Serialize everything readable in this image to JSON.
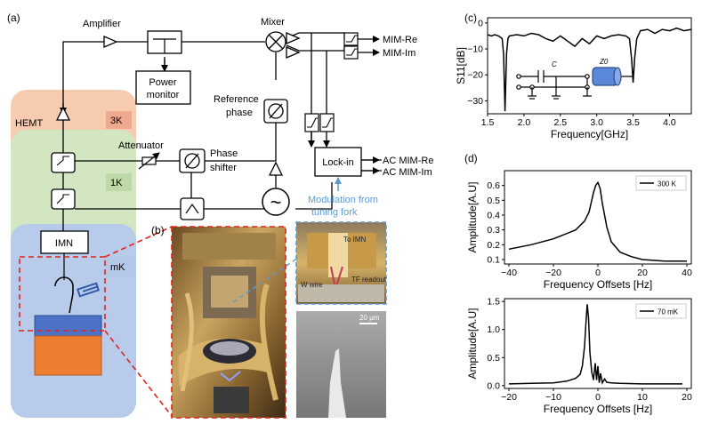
{
  "panels": {
    "a": "(a)",
    "b": "(b)",
    "c": "(c)",
    "d": "(d)"
  },
  "stages": {
    "hemt": "HEMT",
    "k3": "3K",
    "k1": "1K",
    "mk": "mK"
  },
  "components": {
    "amplifier": "Amplifier",
    "mixer": "Mixer",
    "power_monitor": [
      "Power",
      "monitor"
    ],
    "reference_phase": [
      "Reference",
      "phase"
    ],
    "attenuator": "Attenuator",
    "phase_shifter": [
      "Phase",
      "shifter"
    ],
    "imn": "IMN",
    "lockin": "Lock-in",
    "source_symbol": "~"
  },
  "outputs": {
    "mim_re": "MIM-Re",
    "mim_im": "MIM-Im",
    "ac_re": "AC MIM-Re",
    "ac_im": "AC MIM-Im"
  },
  "modulation": [
    "Modulation from",
    "tuning fork"
  ],
  "photo_labels": {
    "to_imn": "To IMN",
    "w_wire": "W wire",
    "tf_readout": "TF readout",
    "scale": "20 μm"
  },
  "colors": {
    "hemt_stage": "#f6cbb0",
    "k1_stage": "#d2e6c2",
    "mk_stage": "#b9cbea",
    "mk_label_box": "#b3c8e8",
    "k_label_box": "#efa98f",
    "k1_box": "#bdd9a8",
    "sample_blue": "#4b72c4",
    "sample_orange": "#ed7d31",
    "dash_red": "#e0241b",
    "dash_blue": "#5b9bd5",
    "arrow_blue": "#5b9bd5"
  },
  "chart_data": [
    {
      "type": "line",
      "panel": "(c)",
      "title": "",
      "xlabel": "Frequency[GHz]",
      "ylabel": "S11[dB]",
      "xlim": [
        1.5,
        4.3
      ],
      "ylim": [
        -35,
        2
      ],
      "xticks": [
        "1.5",
        "2.0",
        "2.5",
        "3.0",
        "3.5",
        "4.0"
      ],
      "yticks": [
        "0",
        "−10",
        "−20",
        "−30"
      ],
      "inset": {
        "capacitor": "C",
        "impedance": "Z0"
      },
      "series": [
        {
          "x": [
            1.5,
            1.55,
            1.6,
            1.65,
            1.7,
            1.72,
            1.74,
            1.76,
            1.78,
            1.8,
            1.9,
            2.0,
            2.1,
            2.2,
            2.3,
            2.4,
            2.5,
            2.6,
            2.7,
            2.8,
            2.9,
            3.0,
            3.1,
            3.2,
            3.3,
            3.4,
            3.45,
            3.48,
            3.5,
            3.52,
            3.55,
            3.6,
            3.7,
            3.8,
            3.9,
            4.0,
            4.1,
            4.2,
            4.3
          ],
          "y": [
            -4.5,
            -5,
            -4.5,
            -5,
            -6,
            -12,
            -34,
            -12,
            -6,
            -5,
            -4.5,
            -5,
            -4,
            -4.5,
            -6,
            -7,
            -5,
            -7,
            -9,
            -6,
            -8,
            -5,
            -6,
            -5,
            -4.5,
            -5,
            -6,
            -14,
            -23,
            -14,
            -6,
            -3,
            -2.5,
            -4,
            -2.5,
            -3,
            -2,
            -3,
            -2.5
          ]
        }
      ]
    },
    {
      "type": "line",
      "panel": "(d) top",
      "title": "",
      "xlabel": "Frequency Offsets [Hz]",
      "ylabel": "Amplitude[A.U]",
      "xlim": [
        -42,
        42
      ],
      "ylim": [
        0.07,
        0.7
      ],
      "xticks": [
        "−40",
        "−20",
        "0",
        "20",
        "40"
      ],
      "yticks": [
        "0.1",
        "0.2",
        "0.3",
        "0.4",
        "0.5",
        "0.6"
      ],
      "legend": "300 K",
      "series": [
        {
          "name": "300 K",
          "x": [
            -40,
            -30,
            -20,
            -15,
            -10,
            -6,
            -4,
            -2,
            -1,
            0,
            1,
            2,
            4,
            6,
            10,
            15,
            20,
            30,
            40
          ],
          "y": [
            0.17,
            0.2,
            0.24,
            0.27,
            0.3,
            0.36,
            0.42,
            0.55,
            0.6,
            0.62,
            0.58,
            0.48,
            0.32,
            0.22,
            0.15,
            0.12,
            0.1,
            0.09,
            0.09
          ]
        }
      ]
    },
    {
      "type": "line",
      "panel": "(d) bottom",
      "title": "",
      "xlabel": "Frequency Offsets [Hz]",
      "ylabel": "Amplitude[A.U]",
      "xlim": [
        -21,
        21
      ],
      "ylim": [
        -0.05,
        1.55
      ],
      "xticks": [
        "−20",
        "−10",
        "0",
        "10",
        "20"
      ],
      "yticks": [
        "0.0",
        "0.5",
        "1.0",
        "1.5"
      ],
      "legend": "70 mK",
      "series": [
        {
          "name": "70 mK",
          "x": [
            -20,
            -15,
            -10,
            -7,
            -5,
            -4,
            -3.5,
            -3,
            -2.7,
            -2.4,
            -2.1,
            -1.8,
            -1.4,
            -1,
            -0.6,
            -0.3,
            0,
            0.3,
            0.6,
            1,
            1.5,
            2,
            3,
            5,
            10,
            15,
            19
          ],
          "y": [
            0.03,
            0.04,
            0.05,
            0.08,
            0.13,
            0.2,
            0.35,
            0.7,
            1.1,
            1.45,
            1.2,
            0.6,
            0.25,
            0.1,
            0.4,
            0.1,
            0.35,
            0.05,
            0.22,
            0.05,
            0.12,
            0.06,
            0.05,
            0.04,
            0.03,
            0.03,
            0.03
          ]
        }
      ]
    }
  ]
}
